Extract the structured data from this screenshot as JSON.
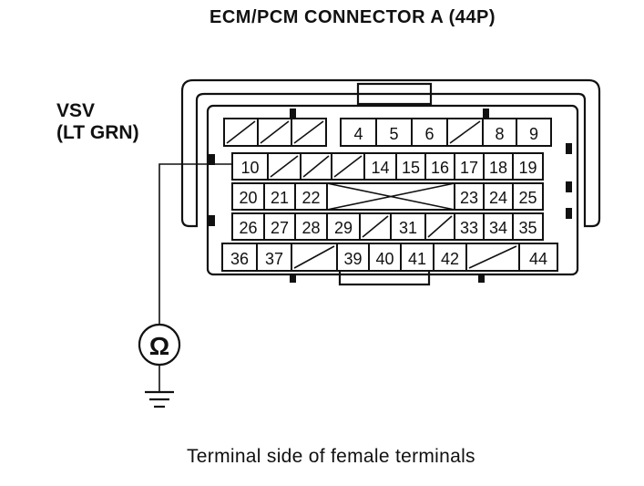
{
  "title": "ECM/PCM CONNECTOR A (44P)",
  "wire": {
    "name": "VSV",
    "color": "(LT GRN)"
  },
  "caption": "Terminal side of female terminals",
  "meter_symbol": "Ω",
  "icons": {
    "meter": "ohmmeter-icon",
    "ground": "ground-icon"
  },
  "connector": {
    "rows": [
      [
        "",
        "",
        "",
        "4",
        "5",
        "6",
        "",
        "8",
        "9"
      ],
      [
        "10",
        "",
        "",
        "",
        "14",
        "15",
        "16",
        "17",
        "18",
        "19"
      ],
      [
        "20",
        "21",
        "22",
        "",
        "23",
        "24",
        "25"
      ],
      [
        "26",
        "27",
        "28",
        "29",
        "",
        "31",
        "",
        "33",
        "34",
        "35"
      ],
      [
        "36",
        "37",
        "",
        "39",
        "40",
        "41",
        "42",
        "",
        "44"
      ]
    ],
    "probed_terminal": "10"
  }
}
